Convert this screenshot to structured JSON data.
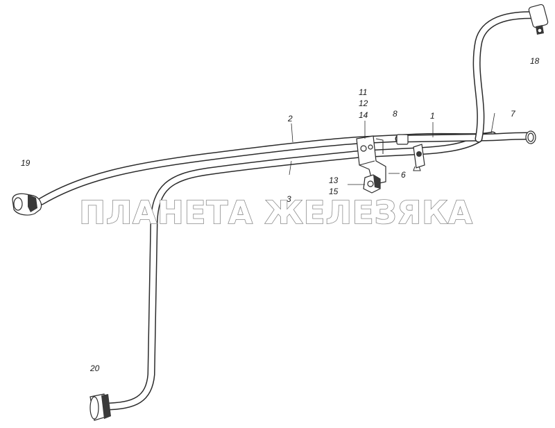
{
  "watermark": "ПЛАНЕТА ЖЕЛЕЗЯКА",
  "callouts": {
    "c1": "1",
    "c2": "2",
    "c3": "3",
    "c6": "6",
    "c7": "7",
    "c8": "8",
    "c11": "11",
    "c12": "12",
    "c13": "13",
    "c14": "14",
    "c15": "15",
    "c18": "18",
    "c19": "19",
    "c20": "20"
  }
}
